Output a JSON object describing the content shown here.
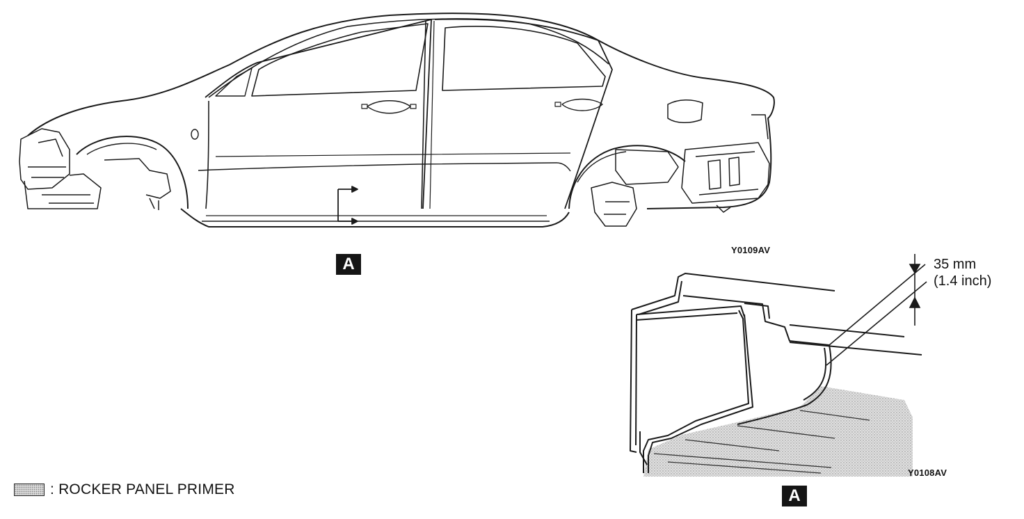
{
  "car_figure": {
    "code": "Y0109AV",
    "section_mark": "A"
  },
  "detail_figure": {
    "code": "Y0108AV",
    "section_mark": "A",
    "dimension_mm": "35 mm",
    "dimension_inch": "(1.4 inch)"
  },
  "legend": {
    "text": ": ROCKER PANEL PRIMER"
  },
  "colors": {
    "line": "#1a1a1a",
    "fill": "#ffffff",
    "primer_shade": "#d4d4d4"
  }
}
